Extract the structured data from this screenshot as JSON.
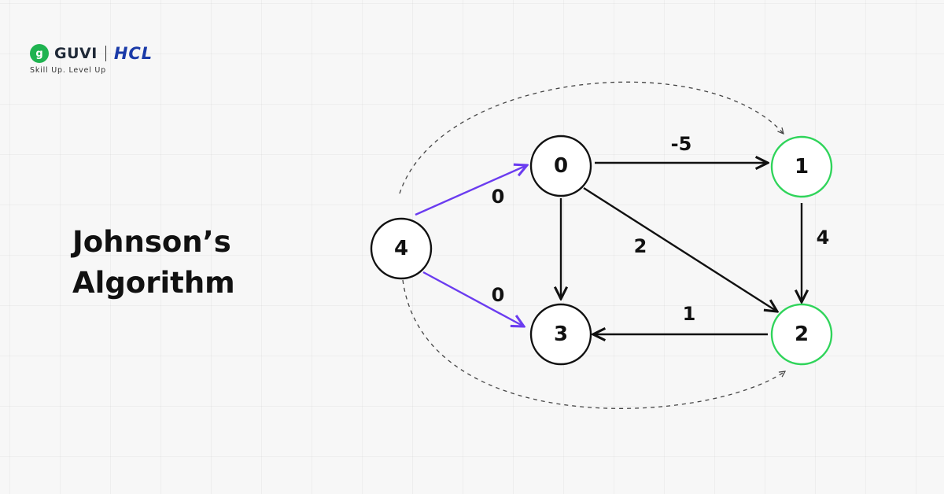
{
  "brand": {
    "icon_glyph": "g",
    "guvi": "GUVI",
    "hcl": "HCL",
    "tagline": "Skill Up. Level Up"
  },
  "title": "Johnson’s\nAlgorithm",
  "colors": {
    "black_edge": "#111111",
    "purple_edge": "#6b3cf0",
    "green_node": "#2fd45a",
    "dashed": "#444444"
  },
  "graph": {
    "nodes": [
      {
        "id": "0",
        "label": "0",
        "highlight": false
      },
      {
        "id": "1",
        "label": "1",
        "highlight": true
      },
      {
        "id": "2",
        "label": "2",
        "highlight": true
      },
      {
        "id": "3",
        "label": "3",
        "highlight": false
      },
      {
        "id": "4",
        "label": "4",
        "highlight": false
      }
    ],
    "edges": [
      {
        "from": "0",
        "to": "1",
        "weight": "-5",
        "style": "black"
      },
      {
        "from": "0",
        "to": "2",
        "weight": "2",
        "style": "black"
      },
      {
        "from": "0",
        "to": "3",
        "weight": "",
        "style": "black"
      },
      {
        "from": "1",
        "to": "2",
        "weight": "4",
        "style": "black"
      },
      {
        "from": "2",
        "to": "3",
        "weight": "1",
        "style": "black"
      },
      {
        "from": "4",
        "to": "0",
        "weight": "0",
        "style": "purple"
      },
      {
        "from": "4",
        "to": "3",
        "weight": "0",
        "style": "purple"
      },
      {
        "from": "4",
        "to": "1",
        "weight": "",
        "style": "dashed"
      },
      {
        "from": "4",
        "to": "2",
        "weight": "",
        "style": "dashed"
      }
    ]
  }
}
